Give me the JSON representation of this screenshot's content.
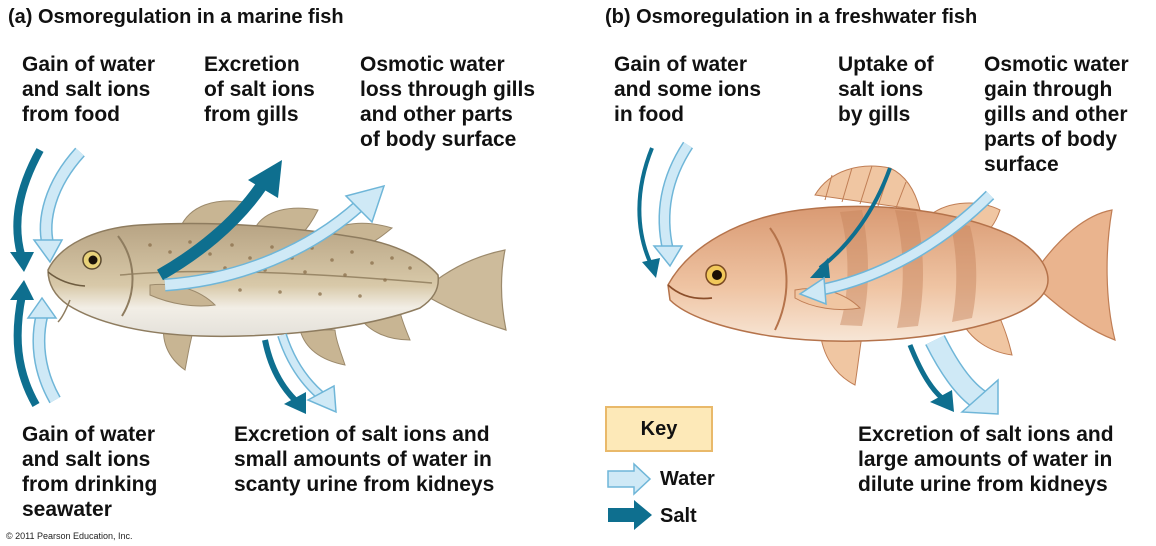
{
  "panel_a": {
    "title": "(a) Osmoregulation in a marine fish",
    "label_food": "Gain of water\nand salt ions\nfrom food",
    "label_gills": "Excretion\nof salt ions\nfrom gills",
    "label_osmotic": "Osmotic water\nloss through gills\nand other parts\nof body surface",
    "label_drinking": "Gain of water\nand salt ions\nfrom drinking\nseawater",
    "label_urine": "Excretion of salt ions and\nsmall amounts of water in\nscanty urine from kidneys"
  },
  "panel_b": {
    "title": "(b) Osmoregulation in a freshwater fish",
    "label_food": "Gain of water\nand some ions\nin food",
    "label_uptake": "Uptake of\nsalt ions\nby gills",
    "label_osmotic": "Osmotic water\ngain through\ngills and other\nparts of body\nsurface",
    "label_urine": "Excretion of salt ions and\nlarge amounts of water in\ndilute urine from kidneys"
  },
  "key": {
    "title": "Key",
    "water_label": "Water",
    "salt_label": "Salt"
  },
  "colors": {
    "water": "#cfe9f6",
    "water_outline": "#6fb6d8",
    "salt": "#0e6f8f",
    "key_fill": "#fde9b8"
  },
  "copyright": "© 2011 Pearson Education, Inc."
}
